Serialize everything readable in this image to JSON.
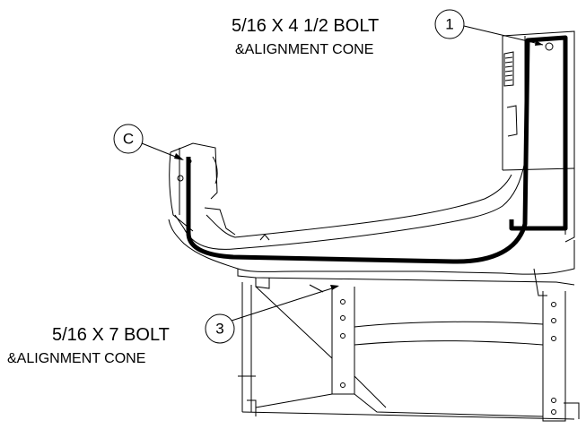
{
  "callouts": [
    {
      "id": "1",
      "line1": "5/16 X 4 1/2 BOLT",
      "line2": "&ALIGNMENT CONE"
    },
    {
      "id": "C"
    },
    {
      "id": "3",
      "line1": "5/16 X 7 BOLT",
      "line2": "&ALIGNMENT CONE"
    }
  ]
}
